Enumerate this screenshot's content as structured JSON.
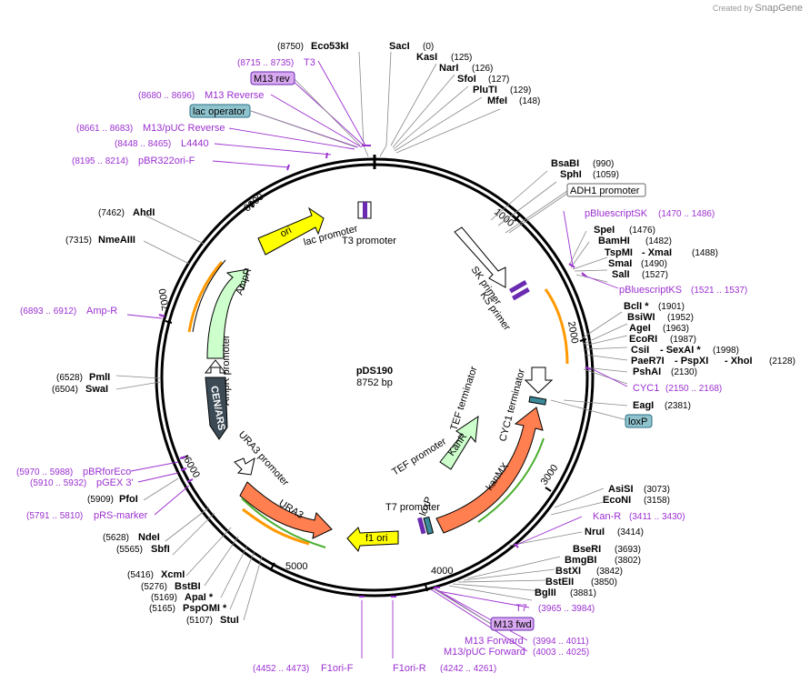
{
  "header": {
    "created_by": "Created by",
    "brand": "SnapGene"
  },
  "plasmid": {
    "name": "pDS190",
    "size": "8752 bp"
  },
  "ticks": [
    "1000",
    "2000",
    "3000",
    "4000",
    "5000",
    "6000",
    "7000",
    "8000"
  ],
  "features": {
    "ori": "ori",
    "lac_promoter": "lac promoter",
    "t3_promoter": "T3 promoter",
    "ampr": "AmpR",
    "ampr_promoter": "AmpR promoter",
    "cen_ars": "CEN/ARS",
    "ura3_promoter": "URA3 promoter",
    "ura3": "URA3",
    "f1_ori": "f1 ori",
    "t7_promoter": "T7 promoter",
    "loxp_inner": "loxP",
    "kanmx": "kanMX",
    "cyc1_terminator": "CYC1 terminator",
    "tef_promoter": "TEF promoter",
    "kanr": "KanR",
    "tef_terminator": "TEF terminator",
    "sk_primer": "SK primer",
    "ks_primer": "KS primer"
  },
  "labels": {
    "eco53ki": {
      "pos": "(8750)",
      "name": "Eco53kI"
    },
    "saci": {
      "name": "SacI",
      "pos": "(0)"
    },
    "kasi": {
      "name": "KasI",
      "pos": "(125)"
    },
    "nari": {
      "name": "NarI",
      "pos": "(126)"
    },
    "sfoi": {
      "name": "SfoI",
      "pos": "(127)"
    },
    "pluti": {
      "name": "PluTI",
      "pos": "(129)"
    },
    "mfei": {
      "name": "MfeI",
      "pos": "(148)"
    },
    "t3": {
      "pos": "(8715 .. 8735)",
      "name": "T3"
    },
    "m13rev_box": "M13 rev",
    "m13reverse": {
      "pos": "(8680 .. 8696)",
      "name": "M13 Reverse"
    },
    "lacop_box": "lac operator",
    "m13puc_rev": {
      "pos": "(8661 .. 8683)",
      "name": "M13/pUC Reverse"
    },
    "l4440": {
      "pos": "(8448 .. 8465)",
      "name": "L4440"
    },
    "pbr322": {
      "pos": "(8195 .. 8214)",
      "name": "pBR322ori-F"
    },
    "ahdi": {
      "pos": "(7462)",
      "name": "AhdI"
    },
    "nmeaiii": {
      "pos": "(7315)",
      "name": "NmeAIII"
    },
    "ampr_primer": {
      "pos": "(6893 .. 6912)",
      "name": "Amp-R"
    },
    "pmli": {
      "pos": "(6528)",
      "name": "PmlI"
    },
    "swai": {
      "pos": "(6504)",
      "name": "SwaI"
    },
    "pbrforeco": {
      "pos": "(5970 .. 5988)",
      "name": "pBRforEco"
    },
    "pgex3": {
      "pos": "(5910 .. 5932)",
      "name": "pGEX 3'"
    },
    "pfoi": {
      "pos": "(5909)",
      "name": "PfoI"
    },
    "prsmarker": {
      "pos": "(5791 .. 5810)",
      "name": "pRS-marker"
    },
    "ndei": {
      "pos": "(5628)",
      "name": "NdeI"
    },
    "sbfi": {
      "pos": "(5565)",
      "name": "SbfI"
    },
    "xcmi": {
      "pos": "(5416)",
      "name": "XcmI"
    },
    "bstbi": {
      "pos": "(5276)",
      "name": "BstBI"
    },
    "apai": {
      "pos": "(5169)",
      "name": "ApaI *"
    },
    "pspomi": {
      "pos": "(5165)",
      "name": "PspOMI *"
    },
    "stui": {
      "pos": "(5107)",
      "name": "StuI"
    },
    "f1orif": {
      "pos": "(4452 .. 4473)",
      "name": "F1ori-F"
    },
    "f1orir": {
      "name": "F1ori-R",
      "pos": "(4242 .. 4261)"
    },
    "bsabi": {
      "name": "BsaBI",
      "pos": "(990)"
    },
    "sphi": {
      "name": "SphI",
      "pos": "(1059)"
    },
    "adh1_box": "ADH1 promoter",
    "pbluesk": {
      "name": "pBluescriptSK",
      "pos": "(1470 .. 1486)"
    },
    "spei": {
      "name": "SpeI",
      "pos": "(1476)"
    },
    "bamhi": {
      "name": "BamHI",
      "pos": "(1482)"
    },
    "tspmi": {
      "name": "TspMI",
      "extra": "- XmaI",
      "pos": "(1488)"
    },
    "smai": {
      "name": "SmaI",
      "pos": "(1490)"
    },
    "sali": {
      "name": "SalI",
      "pos": "(1527)"
    },
    "pblueks": {
      "name": "pBluescriptKS",
      "pos": "(1521 .. 1537)"
    },
    "bcli": {
      "name": "BclI *",
      "pos": "(1901)"
    },
    "bsiwi": {
      "name": "BsiWI",
      "pos": "(1952)"
    },
    "agei": {
      "name": "AgeI",
      "pos": "(1963)"
    },
    "ecori": {
      "name": "EcoRI",
      "pos": "(1987)"
    },
    "csii": {
      "name": "CsiI",
      "extra": "- SexAI *",
      "pos": "(1998)"
    },
    "paer7i": {
      "name": "PaeR7I",
      "extra1": "- PspXI",
      "extra2": "- XhoI",
      "pos": "(2128)"
    },
    "pshai": {
      "name": "PshAI",
      "pos": "(2130)"
    },
    "cyc1": {
      "name": "CYC1",
      "pos": "(2150 .. 2168)"
    },
    "eagi": {
      "name": "EagI",
      "pos": "(2381)"
    },
    "loxp_box": "loxP",
    "asisi": {
      "name": "AsiSI",
      "pos": "(3073)"
    },
    "econi": {
      "name": "EcoNI",
      "pos": "(3158)"
    },
    "kanr_primer": {
      "name": "Kan-R",
      "pos": "(3411 .. 3430)"
    },
    "nrui": {
      "name": "NruI",
      "pos": "(3414)"
    },
    "bseri": {
      "name": "BseRI",
      "pos": "(3693)"
    },
    "bmgbi": {
      "name": "BmgBI",
      "pos": "(3802)"
    },
    "bstxi": {
      "name": "BstXI",
      "pos": "(3842)"
    },
    "bsteii": {
      "name": "BstEII",
      "pos": "(3850)"
    },
    "bglii": {
      "name": "BglII",
      "pos": "(3881)"
    },
    "t7": {
      "name": "T7",
      "pos": "(3965 .. 3984)"
    },
    "m13fwd_box": "M13 fwd",
    "m13forward": {
      "name": "M13 Forward",
      "pos": "(3994 .. 4011)"
    },
    "m13puc_fwd": {
      "name": "M13/pUC Forward",
      "pos": "(4003 .. 4025)"
    }
  },
  "colors": {
    "purple": "#9b30d0",
    "ori": "#ffff00",
    "ampr": "#ccffcc",
    "ura3": "#ff7f50",
    "cen": "#3b4a55",
    "lac_operator": "#8fc4cf",
    "loxp": "#8fc4cf",
    "m13": "#d8a8f0",
    "orange_orf": "#ff9900"
  }
}
